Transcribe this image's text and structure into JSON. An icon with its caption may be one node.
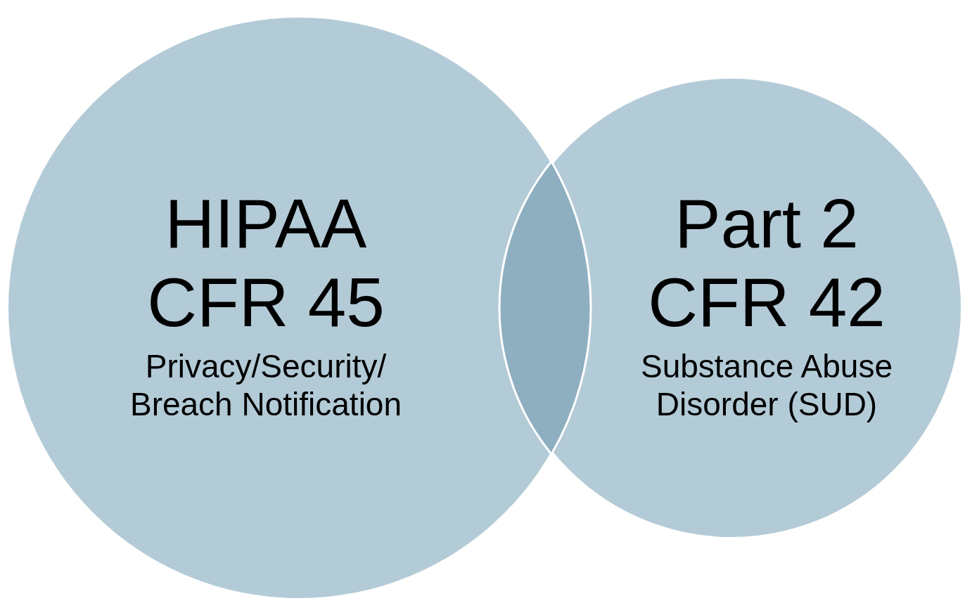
{
  "diagram": {
    "nodes": [
      {
        "text": [
          "HIPAA CFR 45",
          "Privacy/Security/ Breach Notification"
        ]
      },
      {
        "text": [
          "Part 2 CFR 42",
          "Substance Abuse Disorder (SUD)"
        ]
      },
      {
        "text": [],
        "shape": "lens"
      }
    ],
    "edges": []
  }
}
